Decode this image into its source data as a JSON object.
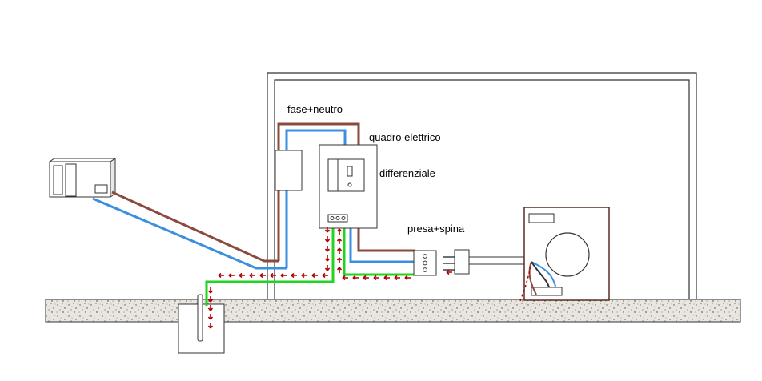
{
  "labels": {
    "phase_neutral": "fase+neutro",
    "panel": "quadro elettrico",
    "rcd": "differenziale",
    "socket_plug": "presa+spina"
  },
  "colors": {
    "phase": "#8a4b3f",
    "neutral": "#3a8fe0",
    "earth": "#22d322",
    "fault_current": "#b00000",
    "ground": "#e7e3dc",
    "outline": "#222222",
    "appliance_outline": "#5a2a22"
  },
  "icons": {
    "utility_box": "utility-meter-box-icon",
    "earth_rod": "earth-rod-icon",
    "washing_machine": "washing-machine-icon"
  }
}
